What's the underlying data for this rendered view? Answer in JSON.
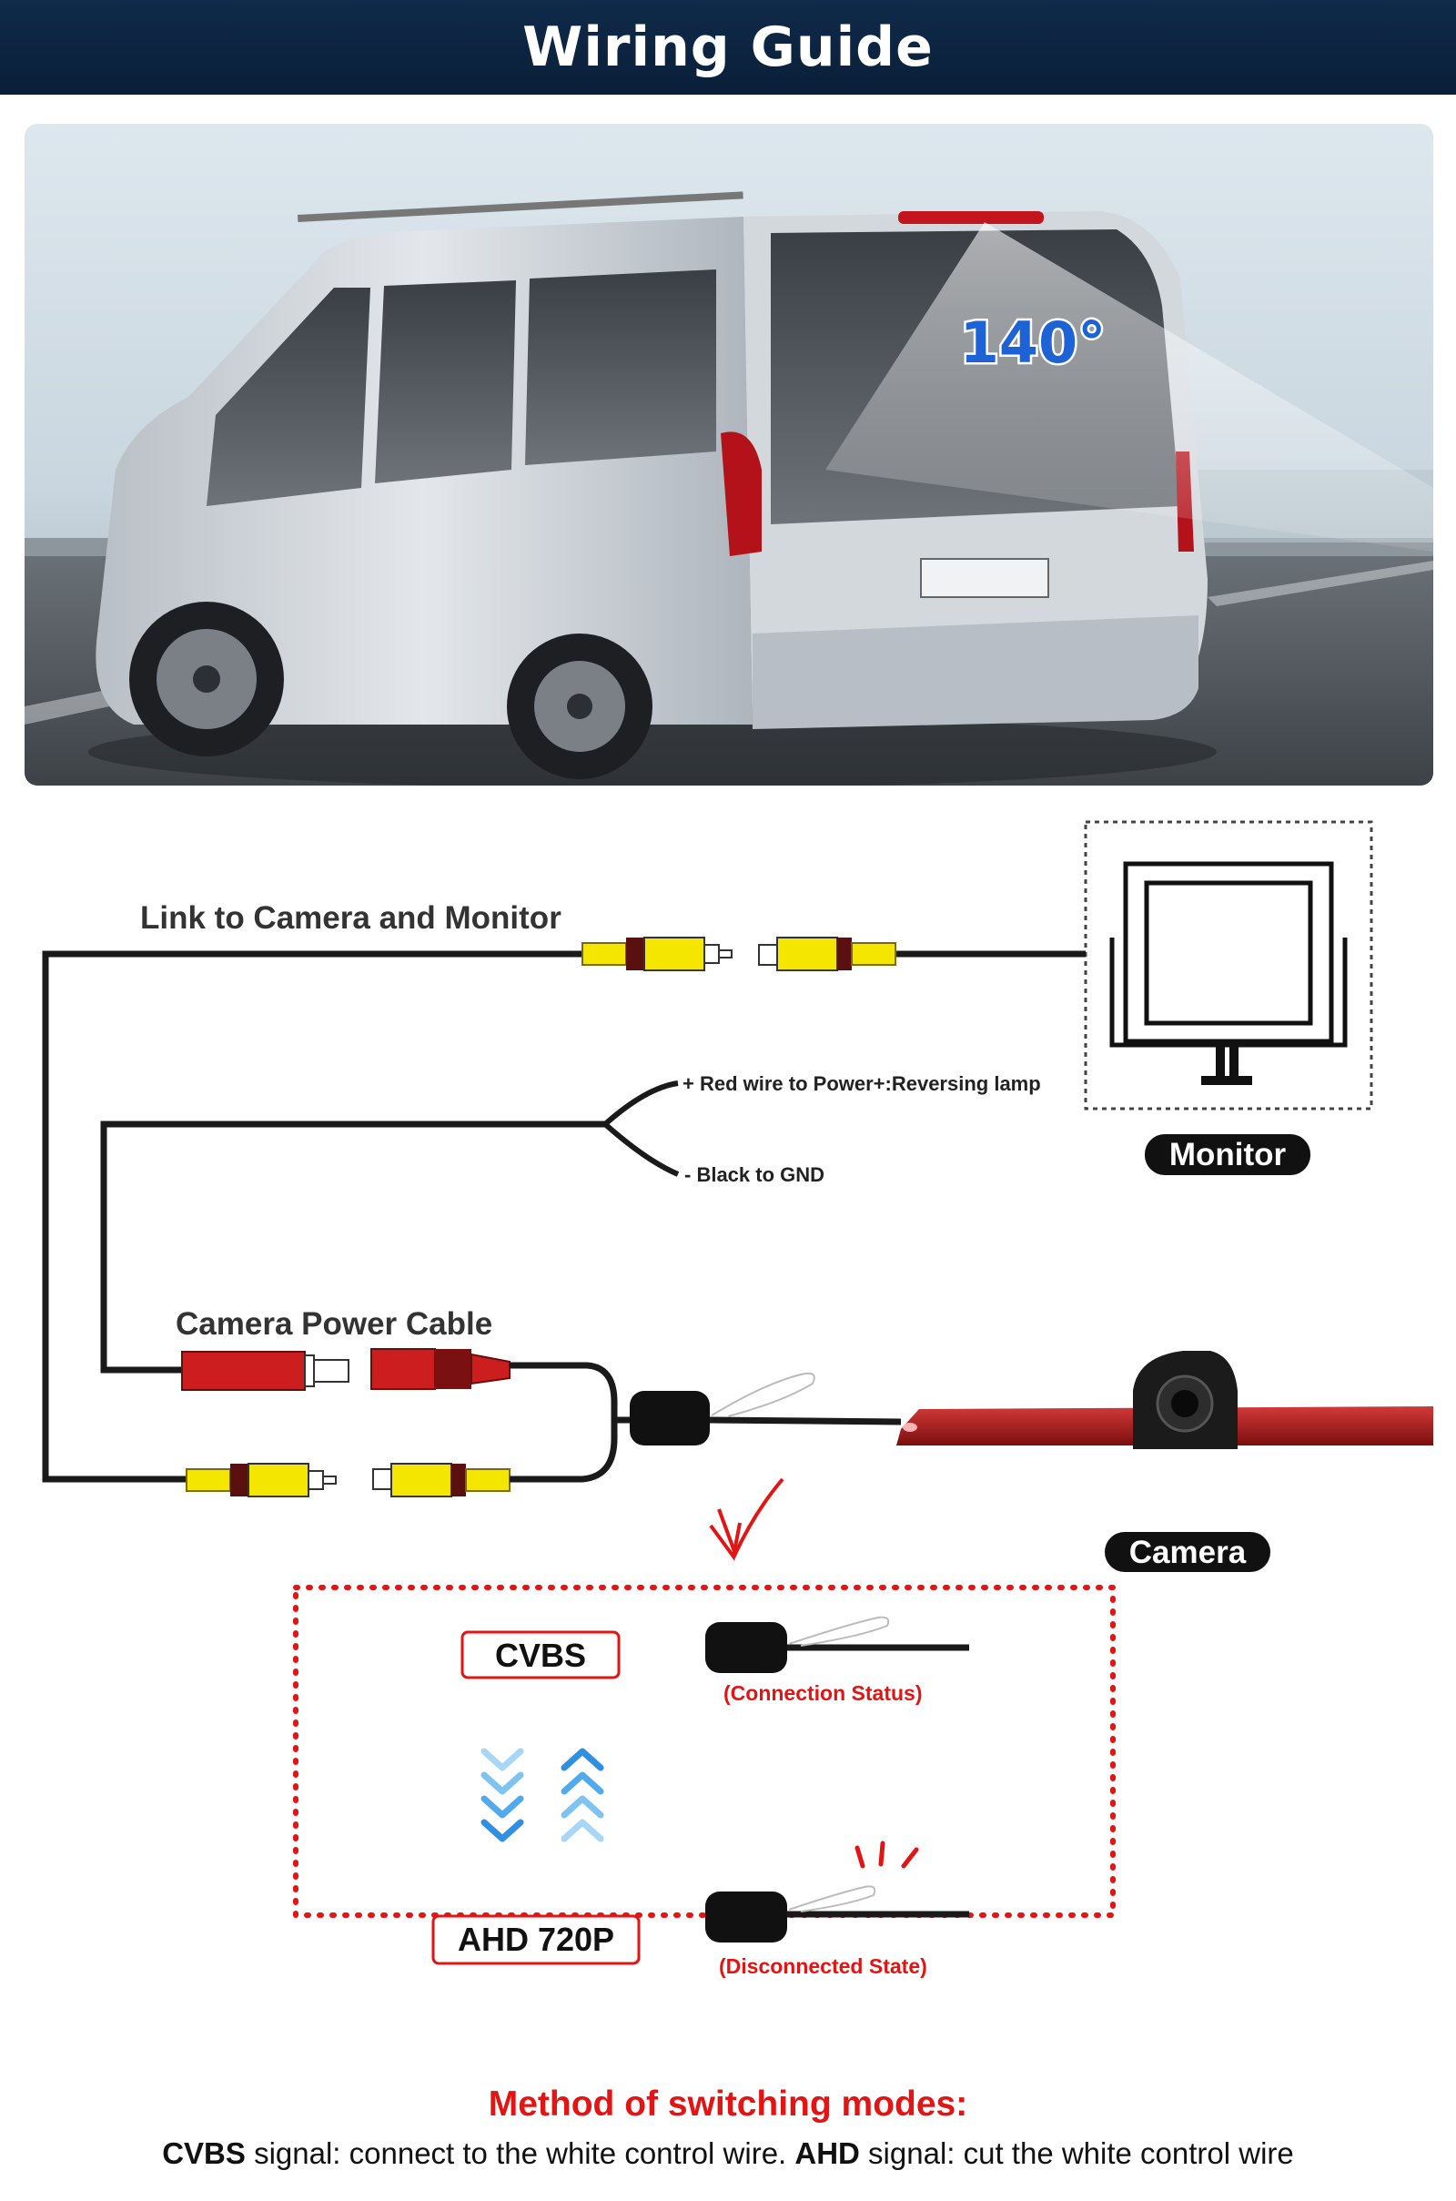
{
  "header": {
    "title": "Wiring Guide"
  },
  "photo": {
    "view_angle": "140°"
  },
  "diagram": {
    "link_label": "Link to Camera and Monitor",
    "power_label": "Camera Power Cable",
    "red_wire_label": "+ Red wire to Power+:Reversing lamp",
    "black_wire_label": "- Black to GND",
    "monitor_badge": "Monitor",
    "camera_badge": "Camera"
  },
  "modes": {
    "cvbs_label": "CVBS",
    "ahd_label": "AHD 720P",
    "connected_caption": "(Connection Status)",
    "disconnected_caption": "(Disconnected State)"
  },
  "footer": {
    "title": "Method of switching modes:",
    "cvbs_term": "CVBS",
    "cvbs_text": " signal: connect to the white control wire. ",
    "ahd_term": "AHD",
    "ahd_text": " signal: cut the white control wire"
  },
  "colors": {
    "header_bg": "#0f2a4a",
    "accent_red": "#e31414",
    "connector_yellow": "#f5e600",
    "connector_red": "#cc1e1e",
    "angle_blue": "#1e63d6"
  }
}
